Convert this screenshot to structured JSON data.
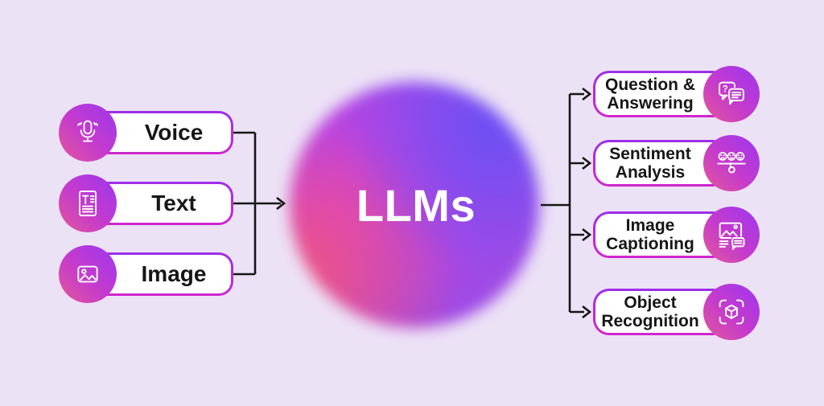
{
  "diagram": {
    "center_node": {
      "label": "LLMs"
    },
    "inputs": [
      {
        "label": "Voice",
        "icon": "microphone-icon"
      },
      {
        "label": "Text",
        "icon": "text-document-icon"
      },
      {
        "label": "Image",
        "icon": "image-icon"
      }
    ],
    "outputs": [
      {
        "label": "Question & Answering",
        "line1": "Question &",
        "line2": "Answering",
        "icon": "question-answer-icon"
      },
      {
        "label": "Sentiment Analysis",
        "line1": "Sentiment",
        "line2": "Analysis",
        "icon": "sentiment-analysis-icon"
      },
      {
        "label": "Image Captioning",
        "line1": "Image",
        "line2": "Captioning",
        "icon": "image-captioning-icon"
      },
      {
        "label": "Object Recognition",
        "line1": "Object",
        "line2": "Recognition",
        "icon": "object-recognition-icon"
      }
    ],
    "colors": {
      "background": "#ECE2F6",
      "connector": "#161616",
      "pill_border_top": "#9C2FE8",
      "pill_border_bottom": "#D026CE",
      "icon_circle_purple": "#A338EA",
      "icon_circle_pink": "#E0559E",
      "center_purple": "#A44CE6",
      "center_blue": "#6950F5",
      "center_pink": "#F25576",
      "center_magenta": "#DC40D0",
      "center_label_color": "#FFFFFF",
      "label_color": "#161616"
    }
  }
}
